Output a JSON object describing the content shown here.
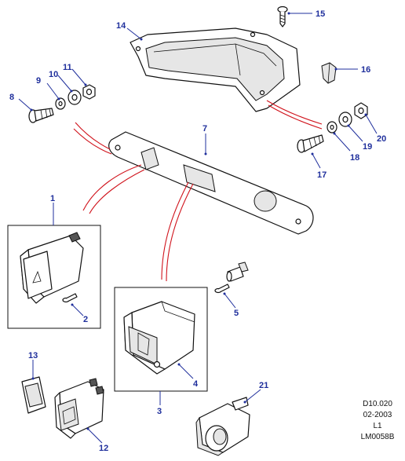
{
  "callouts": [
    "1",
    "2",
    "3",
    "4",
    "5",
    "7",
    "8",
    "9",
    "10",
    "11",
    "12",
    "13",
    "14",
    "15",
    "16",
    "17",
    "18",
    "19",
    "20",
    "21"
  ],
  "reference": {
    "diagram_no": "D10.020",
    "date": "02-2003",
    "level": "L1",
    "drawing_id": "LM0058B"
  }
}
